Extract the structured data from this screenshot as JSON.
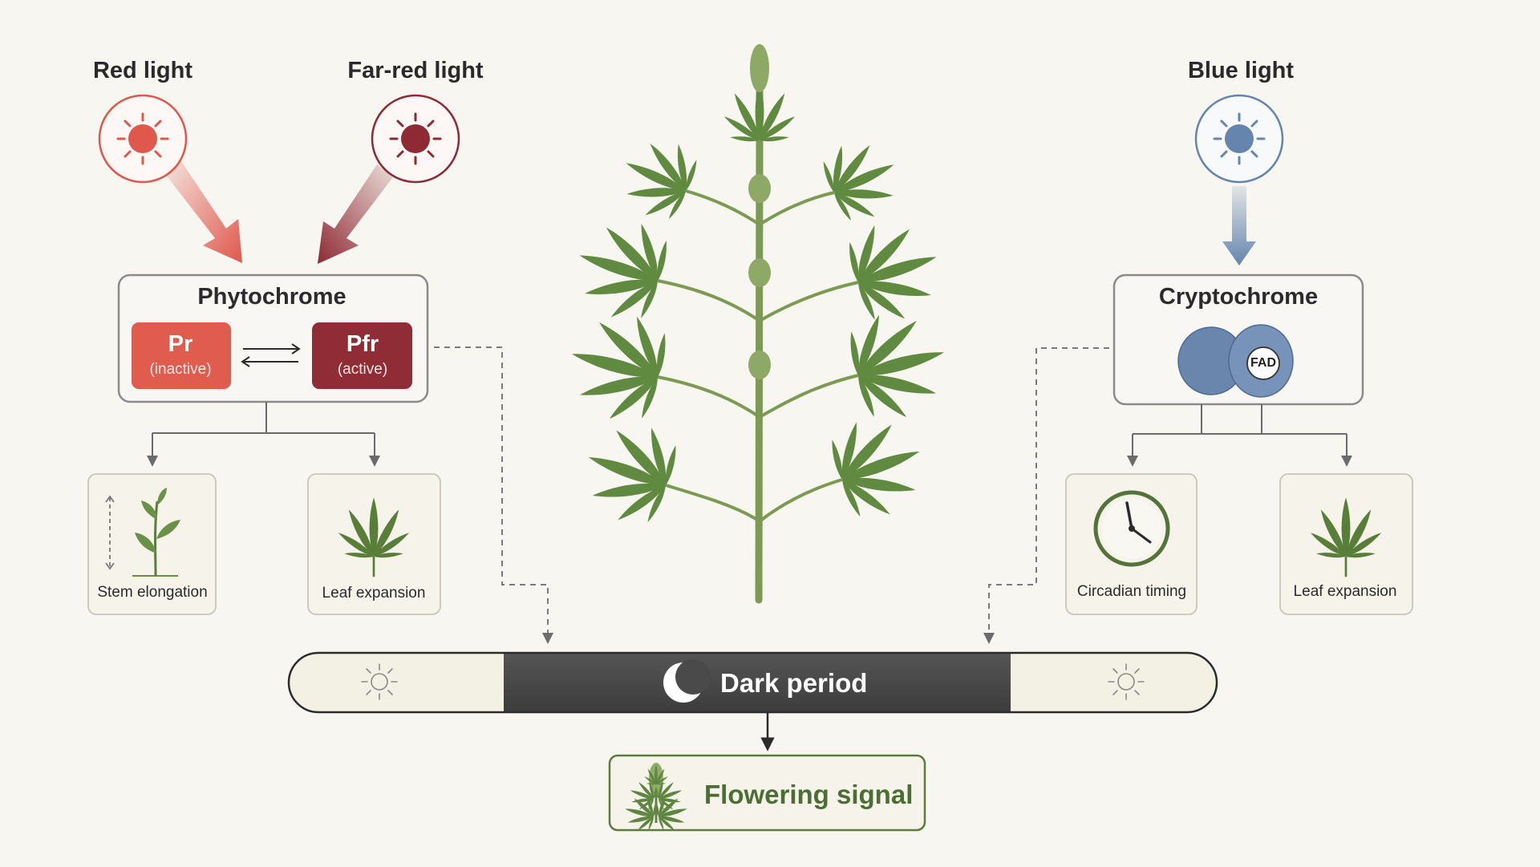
{
  "colors": {
    "red": "#e0574b",
    "far_red": "#8e2a33",
    "blue": "#6584ae",
    "dark_band": "#4a4a4a",
    "plant_green": "#5a7d3c",
    "flowering_text": "#4b6e34"
  },
  "lights": {
    "red": {
      "label": "Red light",
      "icon": "sun-icon"
    },
    "far_red": {
      "label": "Far-red light",
      "icon": "sun-icon"
    },
    "blue": {
      "label": "Blue light",
      "icon": "sun-icon"
    }
  },
  "phytochrome": {
    "title": "Phytochrome",
    "pr": {
      "name": "Pr",
      "state": "(inactive)"
    },
    "pfr": {
      "name": "Pfr",
      "state": "(active)"
    },
    "conversion_icon": "reversible-arrows-icon",
    "effects": [
      {
        "label": "Stem elongation",
        "icon": "seedling-icon"
      },
      {
        "label": "Leaf expansion",
        "icon": "leaf-icon"
      }
    ]
  },
  "cryptochrome": {
    "title": "Cryptochrome",
    "cofactor": "FAD",
    "effects": [
      {
        "label": "Circadian timing",
        "icon": "clock-icon"
      },
      {
        "label": "Leaf expansion",
        "icon": "leaf-icon"
      }
    ]
  },
  "photoperiod": {
    "dark_label": "Dark period",
    "icons": [
      "sun-icon",
      "moon-icon",
      "sun-icon"
    ]
  },
  "output": {
    "label": "Flowering signal",
    "icon": "flower-bud-icon"
  }
}
